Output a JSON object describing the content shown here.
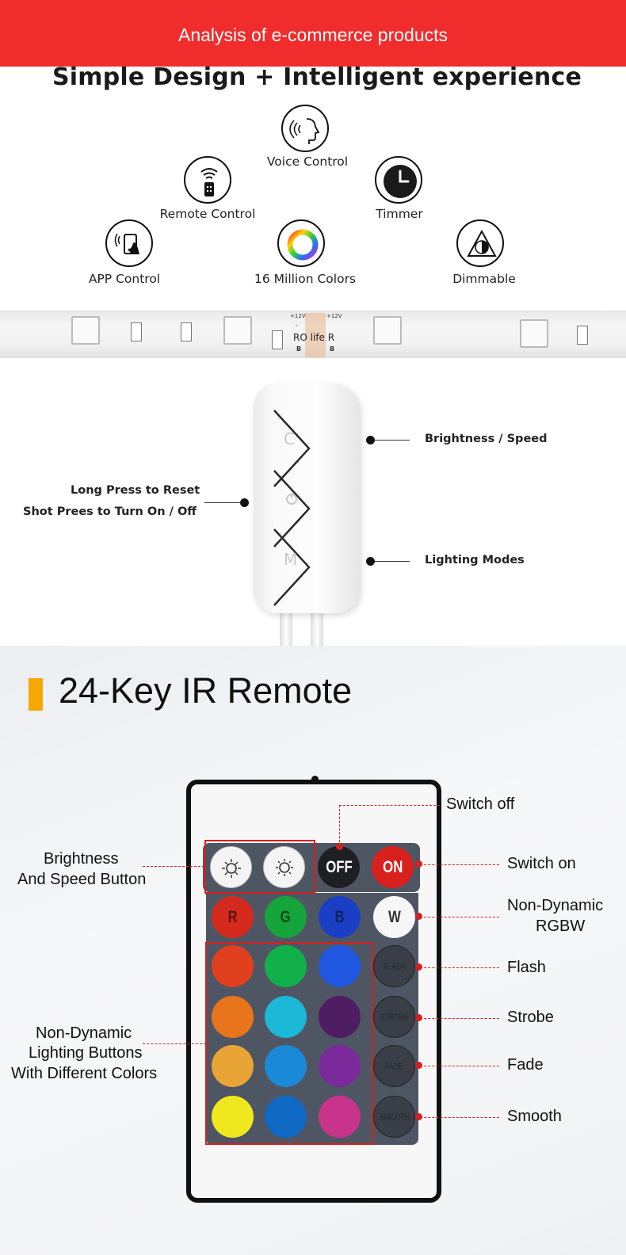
{
  "banner": {
    "title": "Analysis of e-commerce products",
    "color": "#f12c2c"
  },
  "headline": "Simple Design + Intelligent experience",
  "features": {
    "voice": "Voice Control",
    "remote": "Remote Control",
    "timer": "Timmer",
    "app": "APP Control",
    "colors": "16 Million Colors",
    "dimmable": "Dimmable"
  },
  "strip": {
    "pad_top_left": "+12V",
    "pad_top_right": "+12V",
    "marking": "RO life R",
    "pad_b_left": "B",
    "pad_b_right": "B",
    "pad_dash": "-"
  },
  "controller": {
    "buttons": {
      "c": "C",
      "m": "M"
    },
    "callouts": {
      "brightness_speed": "Brightness / Speed",
      "reset": "Long Press to Reset",
      "power": "Shot Prees to Turn On / Off",
      "modes": "Lighting Modes"
    }
  },
  "remote_section": {
    "title": "24-Key IR Remote",
    "accent_color": "#f7a800",
    "keys": {
      "off": "OFF",
      "on": "ON",
      "r": "R",
      "g": "G",
      "b": "B",
      "w": "W",
      "flash": "FLASH",
      "strobe": "STROBE",
      "fade": "FADE",
      "smooth": "SMOOTH"
    },
    "labels": {
      "switch_off": "Switch off",
      "switch_on": "Switch on",
      "brightness_line1": "Brightness",
      "brightness_line2": "And Speed Button",
      "nondynamic_rgbw_line1": "Non-Dynamic",
      "nondynamic_rgbw_line2": "RGBW",
      "flash": "Flash",
      "strobe": "Strobe",
      "fade": "Fade",
      "smooth": "Smooth",
      "lighting_line1": "Non-Dynamic",
      "lighting_line2": "Lighting Buttons",
      "lighting_line3": "With Different Colors"
    },
    "color_keys": [
      "#e0401e",
      "#12b04a",
      "#1f57e0",
      "#e8741c",
      "#1cb8d8",
      "#4e1d62",
      "#e8a434",
      "#1a8ad8",
      "#7a2a9a",
      "#f0e81e",
      "#0f68c4",
      "#c8348c"
    ]
  }
}
